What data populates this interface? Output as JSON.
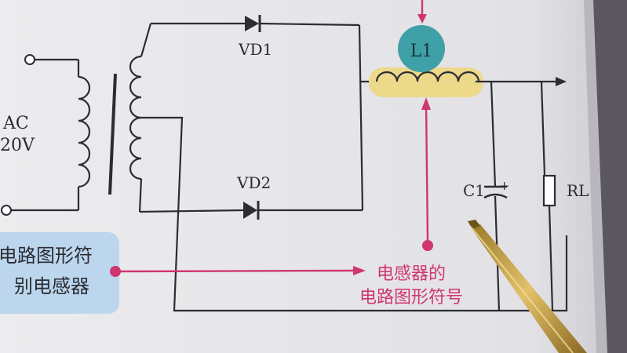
{
  "labels": {
    "vd1": "VD1",
    "vd2": "VD2",
    "l1": "L1",
    "c1": "C1",
    "c1_polarity": "+",
    "rl": "RL",
    "ac_top": "AC",
    "ac_bottom": "20V"
  },
  "callout_center": {
    "line1": "电感器的",
    "line2": "电路图形符号"
  },
  "callout_left": {
    "line1": "电路图形符",
    "line2": "别电感器"
  },
  "colors": {
    "page": "#e8e7ea",
    "ink": "#2b2d33",
    "accent_pink": "#d0366e",
    "l1_badge": "#3fa0a8",
    "coil_highlight": "#ecd98a",
    "left_callout_box": "#bcd6ee",
    "pen_body": "#c7a24a"
  }
}
